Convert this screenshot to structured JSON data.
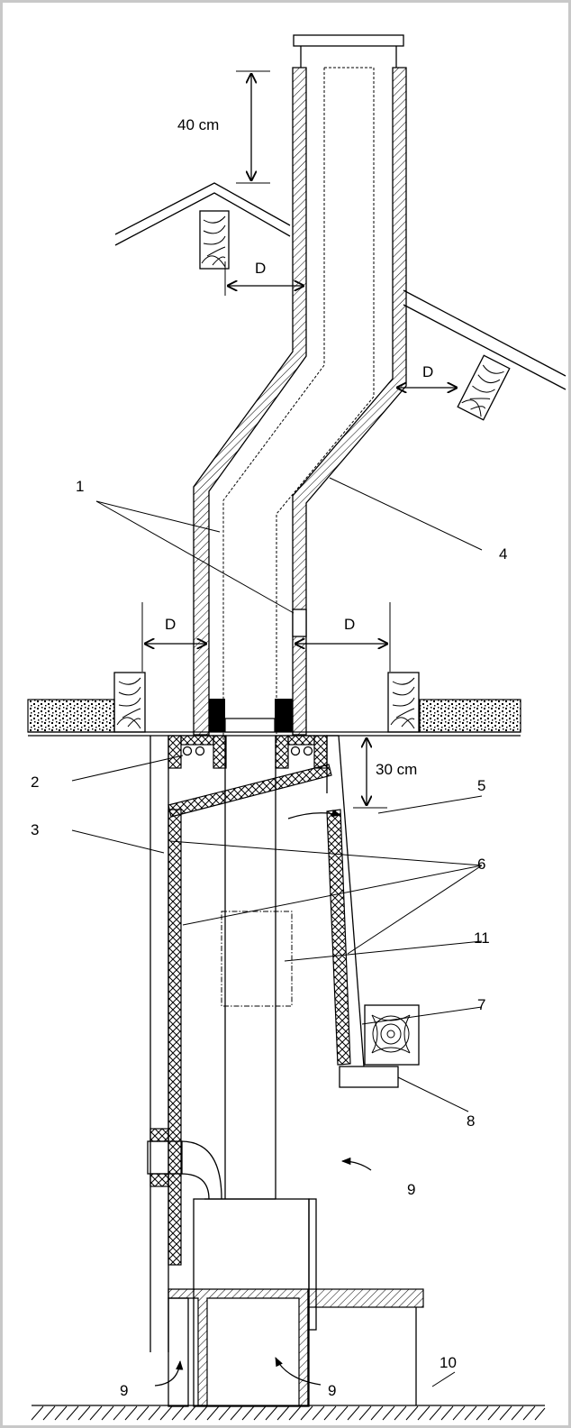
{
  "dimensions": {
    "above_roof": "40 cm",
    "below_ceiling": "30 cm",
    "clearance": "D"
  },
  "callouts": {
    "n1": "1",
    "n2": "2",
    "n3": "3",
    "n4": "4",
    "n5": "5",
    "n6": "6",
    "n7": "7",
    "n8": "8",
    "n9": "9",
    "n10": "10",
    "n11": "11"
  },
  "colors": {
    "line": "#000000",
    "frame": "#c8c8c8",
    "background": "#ffffff",
    "fill_dark": "#000000"
  },
  "icons": [
    "wood-beam-icon",
    "insulation-icon",
    "grille-icon",
    "airflow-arrow-icon"
  ]
}
